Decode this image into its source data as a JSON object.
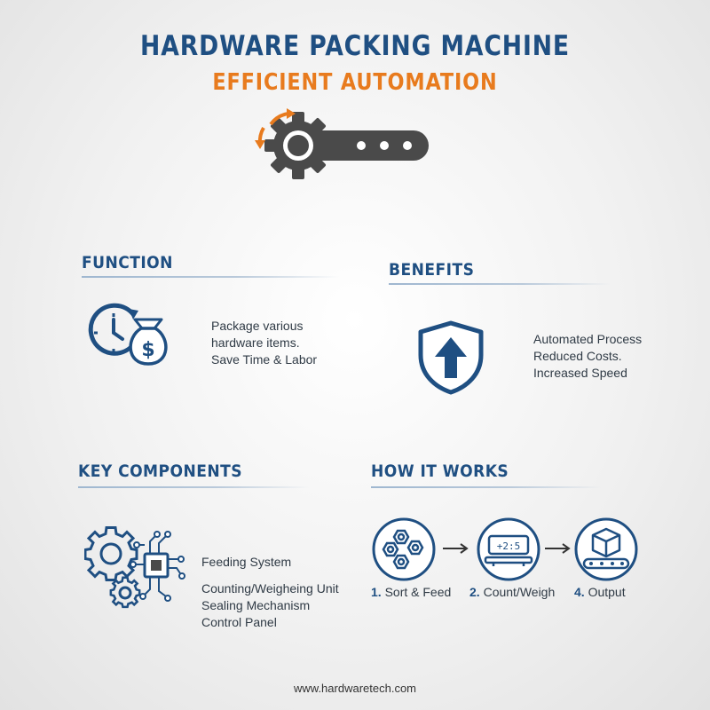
{
  "header": {
    "title": "HARDWARE PACKING MACHINE",
    "subtitle": "EFFICIENT AUTOMATION"
  },
  "function": {
    "title": "FUNCTION",
    "lines": [
      "Package various",
      "hardware items.",
      "Save Time & Labor"
    ],
    "icons": [
      "clock-icon",
      "money-bag-icon"
    ]
  },
  "benefits": {
    "title": "BENEFITS",
    "lines": [
      "Automated Process",
      "Reduced Costs.",
      "Increased Speed"
    ],
    "icons": [
      "shield-arrow-icon"
    ]
  },
  "components": {
    "title": "KEY COMPONENTS",
    "first": "Feeding System",
    "lines": [
      "Counting/Weigheing Unit",
      "Sealing Mechanism",
      "Control Panel"
    ],
    "icons": [
      "gears-circuit-icon"
    ]
  },
  "how": {
    "title": "HOW IT WORKS",
    "steps": [
      {
        "num": "1.",
        "label": "Sort & Feed",
        "icon": "hardware-nuts-icon"
      },
      {
        "num": "2.",
        "label": "Count/Weigh",
        "icon": "scale-display-icon",
        "display": "+2:5"
      },
      {
        "num": "4.",
        "label": "Output",
        "icon": "conveyor-box-icon"
      }
    ]
  },
  "footer": {
    "url": "www.hardwaretech.com"
  },
  "colors": {
    "navy": "#1f4f82",
    "orange": "#e87b1e",
    "gray": "#4a4a4a",
    "text": "#2f3a45"
  }
}
